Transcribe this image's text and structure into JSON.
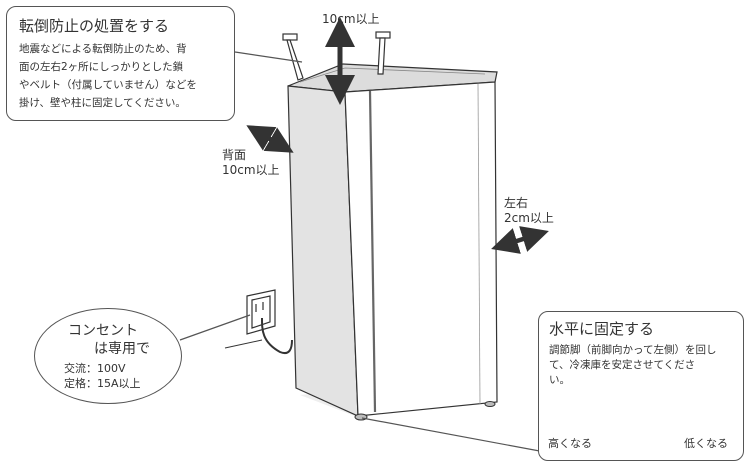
{
  "tip_callout": {
    "title": "転倒防止の処置をする",
    "lines": [
      "地震などによる転倒防止のため、背",
      "面の左右2ヶ所にしっかりとした鎖",
      "やベルト（付属していません）などを",
      "掛け、壁や柱に固定してください。"
    ]
  },
  "clearance": {
    "top": "10cm以上",
    "back_label": "背面",
    "back_value": "10cm以上",
    "side_label": "左右",
    "side_value": "2cm以上"
  },
  "outlet_callout": {
    "line1": "コンセント",
    "line2": "は専用で",
    "spec1": "交流：100V",
    "spec2": "定格：15A以上"
  },
  "level_callout": {
    "title": "水平に固定する",
    "lines": [
      "調節脚（前脚向かって左側）を回し",
      "て、冷凍庫を安定させてくださ",
      "い。"
    ],
    "raise_label": "高くなる",
    "lower_label": "低くなる"
  }
}
